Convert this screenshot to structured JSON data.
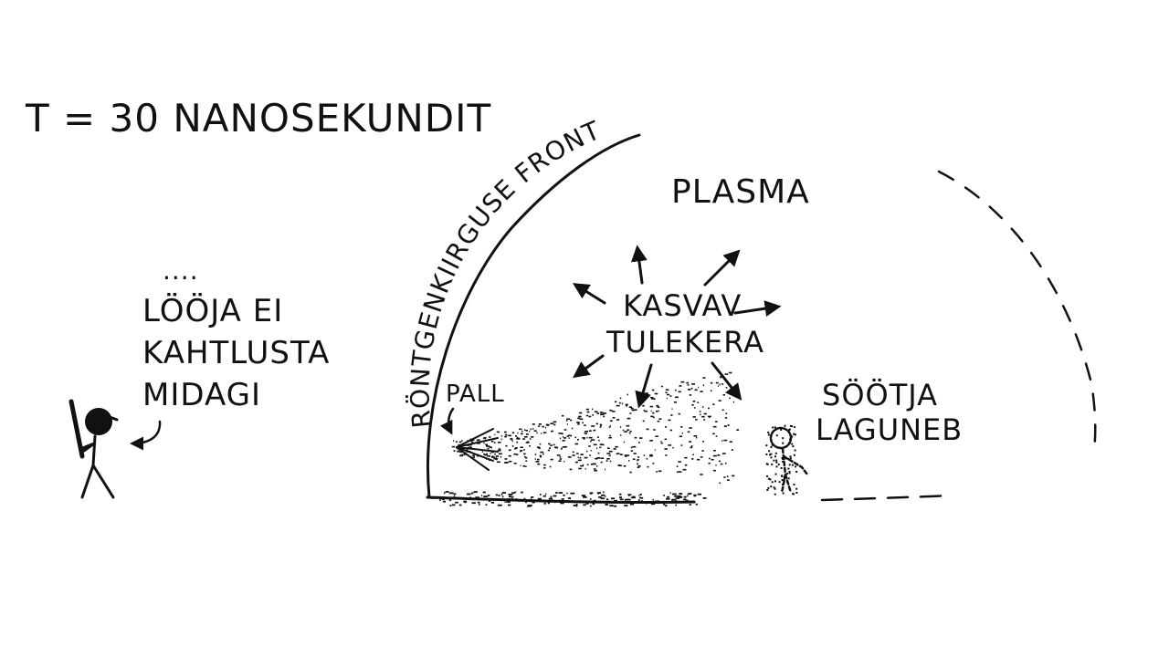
{
  "panel": {
    "time_label": "T = 30 NANOSEKUNDIT",
    "plasma_label": "PLASMA",
    "xray_front_label": "RÖNTGENKIIRGUSE FRONT",
    "fireball_label": [
      "KASVAV",
      "TULEKERA"
    ],
    "ball_label": "PALL",
    "pitcher_label": [
      "SÖÖTJA",
      "LAGUNEB"
    ],
    "batter_label": {
      "dots": "....",
      "lines": [
        "LÖÖJA EI",
        "KAHTLUSTA",
        "MIDAGI"
      ]
    }
  },
  "colors": {
    "ink": "#111111",
    "background": "#ffffff"
  },
  "icons": {
    "arrow": "arrow-icon",
    "stick_figure": "stick-figure-icon"
  }
}
